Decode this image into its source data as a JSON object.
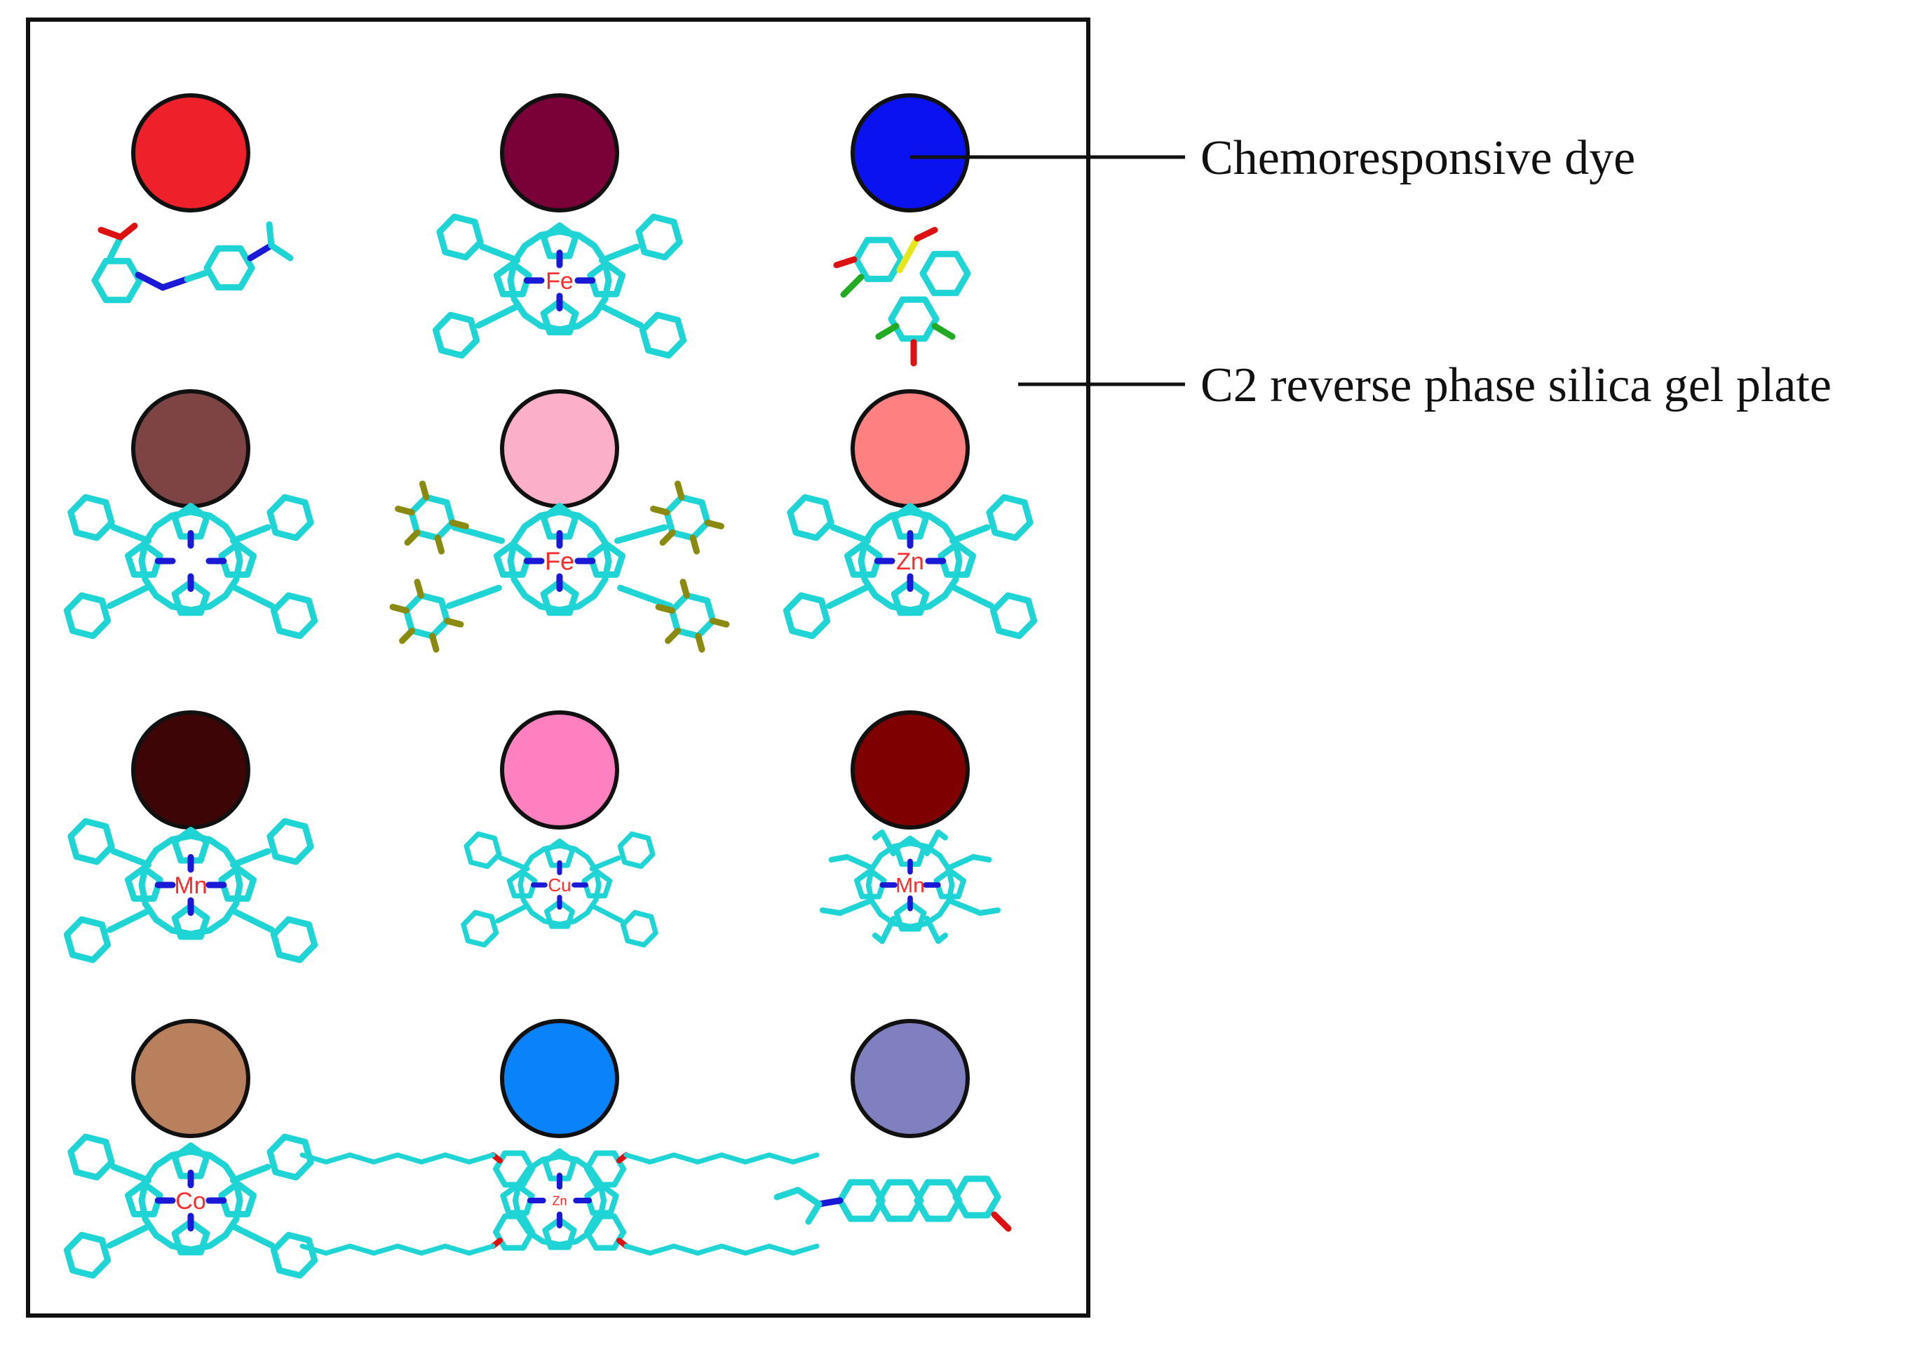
{
  "labels": {
    "dye": "Chemoresponsive dye",
    "plate": "C2 reverse phase silica gel plate"
  },
  "dyes": [
    {
      "color": "#ee2029",
      "molecule": "azo",
      "metal": ""
    },
    {
      "color": "#7a0038",
      "molecule": "porphyrin",
      "metal": "Fe"
    },
    {
      "color": "#0a12f0",
      "molecule": "sulfonephthalein",
      "metal": ""
    },
    {
      "color": "#7e4443",
      "molecule": "porphyrin",
      "metal": ""
    },
    {
      "color": "#fbafc9",
      "molecule": "porphyrin-f20",
      "metal": "Fe"
    },
    {
      "color": "#fe8080",
      "molecule": "porphyrin",
      "metal": "Zn"
    },
    {
      "color": "#3d0505",
      "molecule": "porphyrin",
      "metal": "Mn"
    },
    {
      "color": "#fe80c0",
      "molecule": "porphyrin-small",
      "metal": "Cu"
    },
    {
      "color": "#7e0000",
      "molecule": "porphyrin-alkyl",
      "metal": "Mn"
    },
    {
      "color": "#b9805d",
      "molecule": "porphyrin",
      "metal": "Co"
    },
    {
      "color": "#0a82fa",
      "molecule": "phthalocyanine",
      "metal": "Zn"
    },
    {
      "color": "#8080c0",
      "molecule": "nile-red",
      "metal": ""
    }
  ]
}
